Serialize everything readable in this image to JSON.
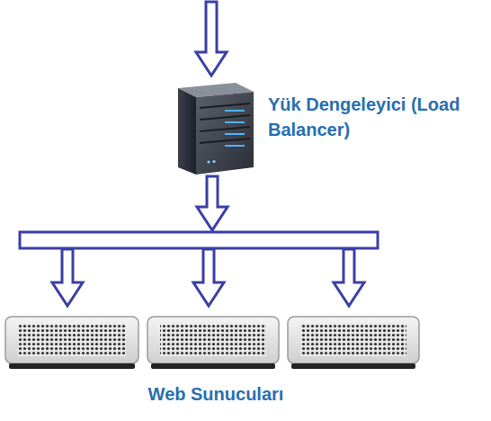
{
  "diagram": {
    "nodes": [
      {
        "text": [
          "Yük Dengeleyici (Load Balancer)"
        ]
      },
      {
        "text": [
          "Web Sunucuları"
        ]
      }
    ],
    "edges": [
      {
        "from": 0,
        "to": 1,
        "arrow": "to"
      }
    ]
  }
}
